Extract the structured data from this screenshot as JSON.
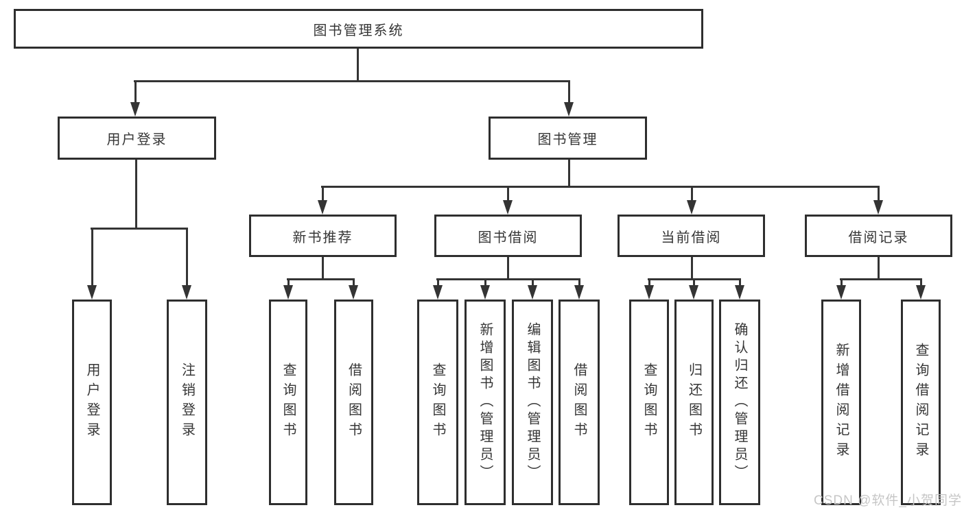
{
  "tree": {
    "root": {
      "label": "图书管理系统"
    },
    "branches": [
      {
        "label": "用户登录",
        "children": [
          {
            "label": "用户登录"
          },
          {
            "label": "注销登录"
          }
        ]
      },
      {
        "label": "图书管理",
        "children": [
          {
            "label": "新书推荐",
            "children": [
              {
                "label": "查询图书"
              },
              {
                "label": "借阅图书"
              }
            ]
          },
          {
            "label": "图书借阅",
            "children": [
              {
                "label": "查询图书"
              },
              {
                "label": "新增图书（管理员）"
              },
              {
                "label": "编辑图书（管理员）"
              },
              {
                "label": "借阅图书"
              }
            ]
          },
          {
            "label": "当前借阅",
            "children": [
              {
                "label": "查询图书"
              },
              {
                "label": "归还图书"
              },
              {
                "label": "确认归还（管理员）"
              }
            ]
          },
          {
            "label": "借阅记录",
            "children": [
              {
                "label": "新增借阅记录"
              },
              {
                "label": "查询借阅记录"
              }
            ]
          }
        ]
      }
    ]
  },
  "watermark": {
    "text": "CSDN @软件_小贺同学"
  },
  "colors": {
    "line": "#343434",
    "box_border": "#2e2e2e",
    "text": "#363636",
    "watermark": "#c6c6c6",
    "background": "#ffffff"
  }
}
